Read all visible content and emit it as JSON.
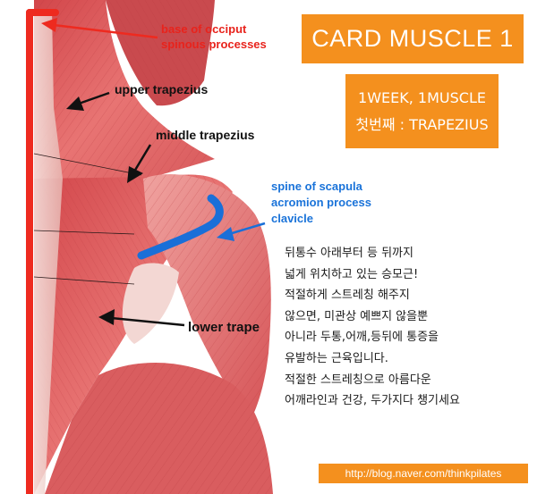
{
  "title": "CARD MUSCLE 1",
  "subtitle": {
    "line1": "1WEEK, 1MUSCLE",
    "line2": "첫번째 : TRAPEZIUS"
  },
  "labels": {
    "base_of_occiput": "base of occiput",
    "spinous_processes": "spinous processes",
    "upper_trapezius": "upper trapezius",
    "middle_trapezius": "middle trapezius",
    "spine_of_scapula": "spine of scapula",
    "acromion_process": "acromion process",
    "clavicle": "clavicle",
    "lower_trape": "lower trape"
  },
  "description": [
    "뒤통수 아래부터 등 뒤까지",
    "넓게 위치하고 있는 승모근!",
    "적절하게 스트레칭 해주지",
    "않으면, 미관상 예쁘지 않을뿐",
    "아니라 두통,어깨,등뒤에 통증을",
    "유발하는 근육입니다.",
    "적절한 스트레칭으로 아름다운",
    "어깨라인과 건강, 두가지다 챙기세요"
  ],
  "url": "http://blog.naver.com/thinkpilates",
  "colors": {
    "accent_orange": "#f4901e",
    "label_red": "#e8231c",
    "label_blue": "#1a73d9",
    "muscle": "#e86a6a"
  }
}
